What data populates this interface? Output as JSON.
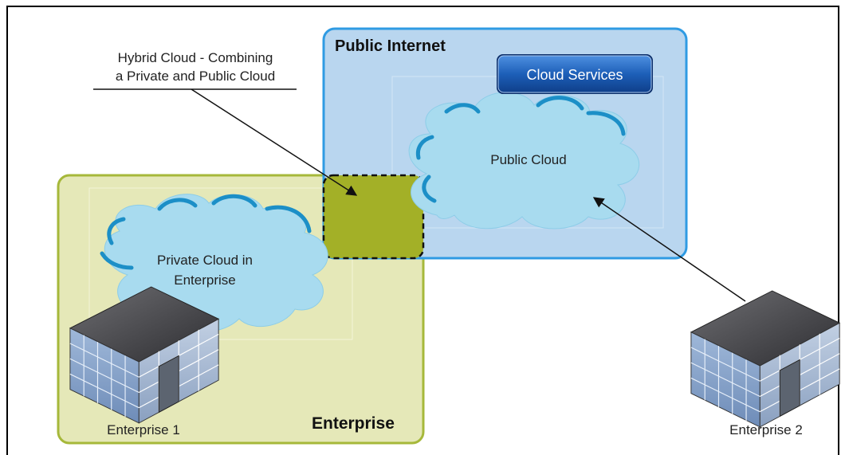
{
  "callout": {
    "line1": "Hybrid Cloud - Combining",
    "line2": "a Private and Public Cloud"
  },
  "public_internet": {
    "title": "Public Internet",
    "cloud_services_label": "Cloud Services",
    "public_cloud_label": "Public Cloud"
  },
  "enterprise": {
    "title": "Enterprise",
    "private_cloud_line1": "Private Cloud in",
    "private_cloud_line2": "Enterprise",
    "building_label": "Enterprise 1"
  },
  "external": {
    "building_label": "Enterprise 2"
  },
  "colors": {
    "public_zone_fill": "#b9d6ef",
    "public_zone_border": "#2f9be3",
    "enterprise_zone_fill": "#e5e8b8",
    "enterprise_zone_border": "#a6b83a",
    "hybrid_overlap_fill": "#a3b027",
    "cloud_fill": "#a8dbef",
    "cloud_edge": "#1c8fc7",
    "button_fill": "#1d5fb8"
  }
}
